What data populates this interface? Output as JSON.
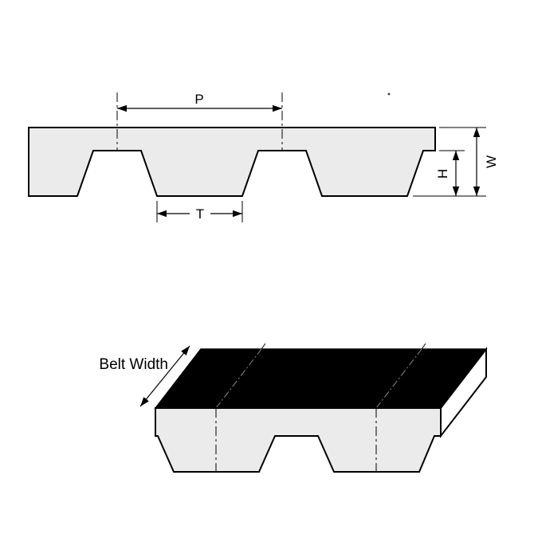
{
  "labels": {
    "pitch": "P",
    "tooth_width": "T",
    "tooth_height": "H",
    "belt_thickness": "W",
    "belt_width": "Belt Width"
  },
  "colors": {
    "background": "#ffffff",
    "belt_fill": "#ebebeb",
    "outline": "#000000",
    "top_face": "#000000"
  }
}
